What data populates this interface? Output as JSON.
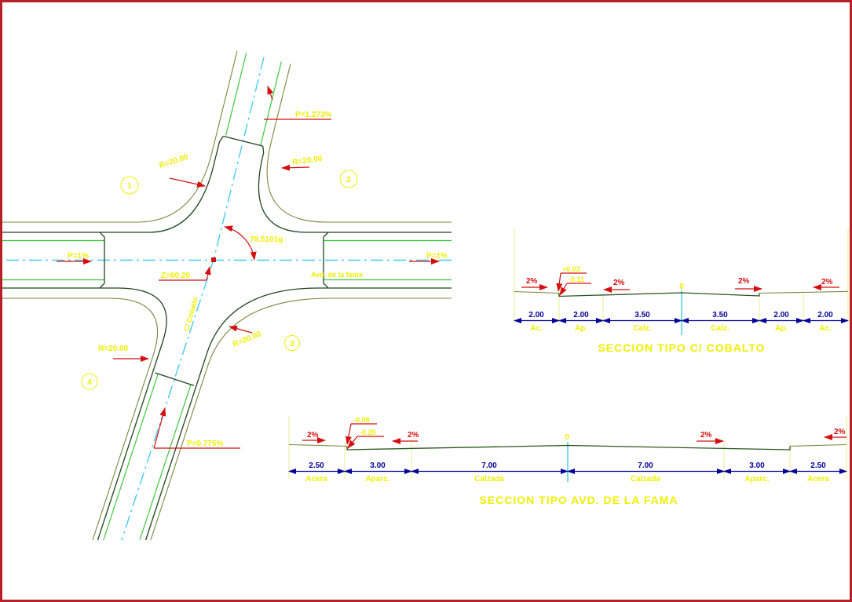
{
  "colors": {
    "page_border": "#B92025",
    "label_yellow": "#EFEF00",
    "boundary_yellow": "#EEEE8C",
    "annotation_red": "#D40F0F",
    "dimension_navy": "#00009B",
    "centerline_cyan": "#41CDEE",
    "parking_green": "#3CC83C",
    "curb_dark_green": "#1E451E",
    "sidewalk_olive": "#78883F"
  },
  "plan": {
    "nodes": [
      "1",
      "2",
      "3",
      "4"
    ],
    "labels": {
      "radius_tl": "R=20.00",
      "radius_tr": "R=20.00",
      "radius_br": "R=20.00",
      "radius_bl": "R=20.00",
      "slope_west": "P=1%",
      "slope_east": "P=1%",
      "slope_north": "P=1.273%",
      "slope_south": "P=0.775%",
      "elevation": "Z=60.20",
      "intersection_angle": "79.5101g",
      "street_horizontal": "Avd. de la fama",
      "street_diagonal": "C/ Cobalto"
    }
  },
  "sections": [
    {
      "title": "SECCION TIPO C/ COBALTO",
      "zero": "0",
      "curb_upper": "+0.03",
      "curb_lower": "-0.11",
      "slopes": [
        "2%",
        "2%",
        "2%",
        "2%"
      ],
      "segments": [
        {
          "width": "2.00",
          "name": "Ac."
        },
        {
          "width": "2.00",
          "name": "Ap."
        },
        {
          "width": "3.50",
          "name": "Calz."
        },
        {
          "width": "3.50",
          "name": "Calz."
        },
        {
          "width": "2.00",
          "name": "Ap."
        },
        {
          "width": "2.00",
          "name": "Ac."
        }
      ]
    },
    {
      "title": "SECCION TIPO AVD. DE LA FAMA",
      "zero": "0",
      "curb_upper": "-0.08",
      "curb_lower": "-0.20",
      "slopes": [
        "2%",
        "2%",
        "2%",
        "2%"
      ],
      "segments": [
        {
          "width": "2.50",
          "name": "Acera"
        },
        {
          "width": "3.00",
          "name": "Aparc."
        },
        {
          "width": "7.00",
          "name": "Calzada"
        },
        {
          "width": "7.00",
          "name": "Calzada"
        },
        {
          "width": "3.00",
          "name": "Aparc."
        },
        {
          "width": "2.50",
          "name": "Acera"
        }
      ]
    }
  ]
}
